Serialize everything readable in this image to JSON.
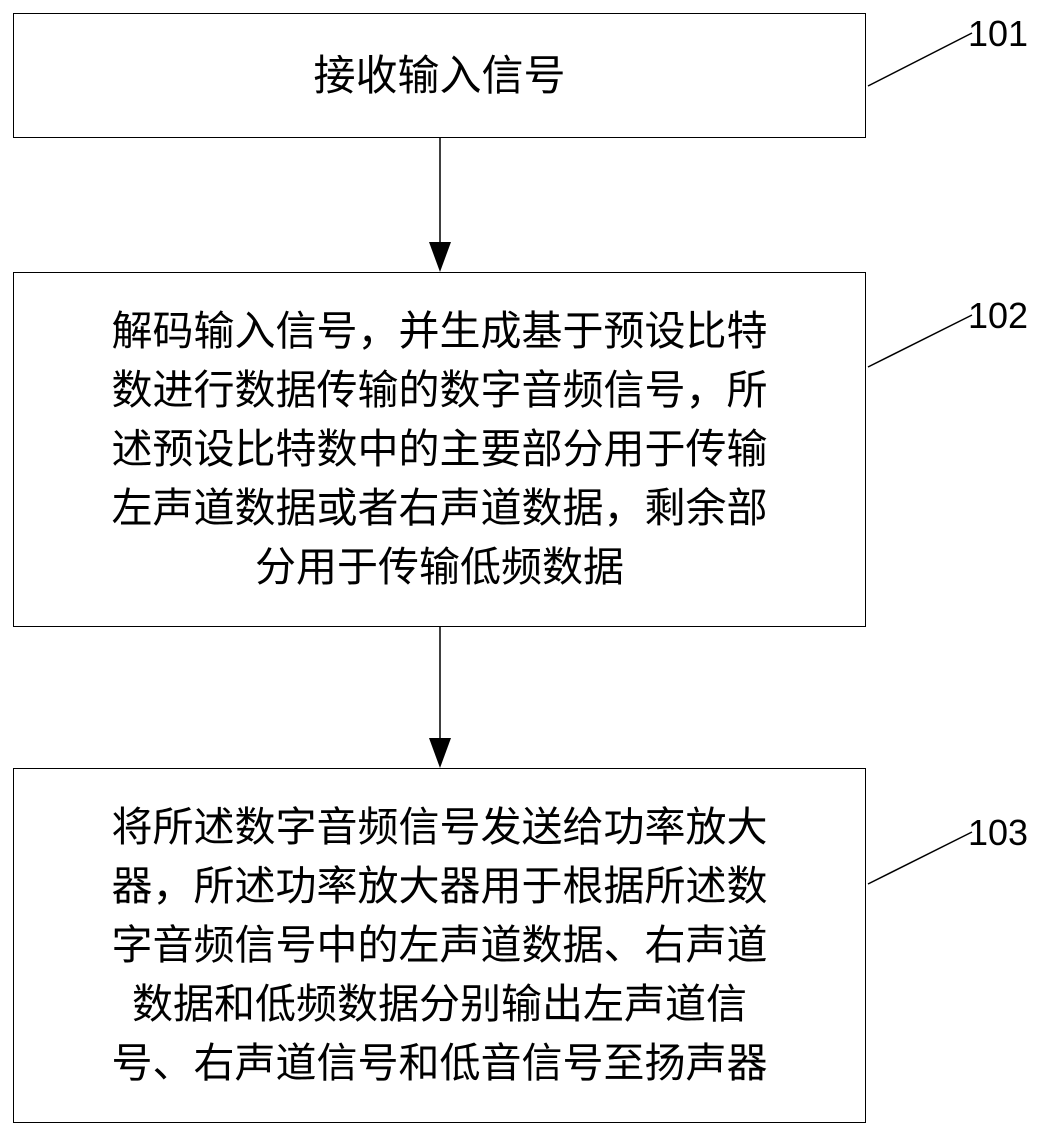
{
  "steps": [
    {
      "ref": "101",
      "lines": [
        "接收输入信号"
      ]
    },
    {
      "ref": "102",
      "lines": [
        "解码输入信号，并生成基于预设比特",
        "数进行数据传输的数字音频信号，所",
        "述预设比特数中的主要部分用于传输",
        "左声道数据或者右声道数据，剩余部",
        "分用于传输低频数据"
      ]
    },
    {
      "ref": "103",
      "lines": [
        "将所述数字音频信号发送给功率放大",
        "器，所述功率放大器用于根据所述数",
        "字音频信号中的左声道数据、右声道",
        "数据和低频数据分别输出左声道信",
        "号、右声道信号和低音信号至扬声器"
      ]
    }
  ]
}
